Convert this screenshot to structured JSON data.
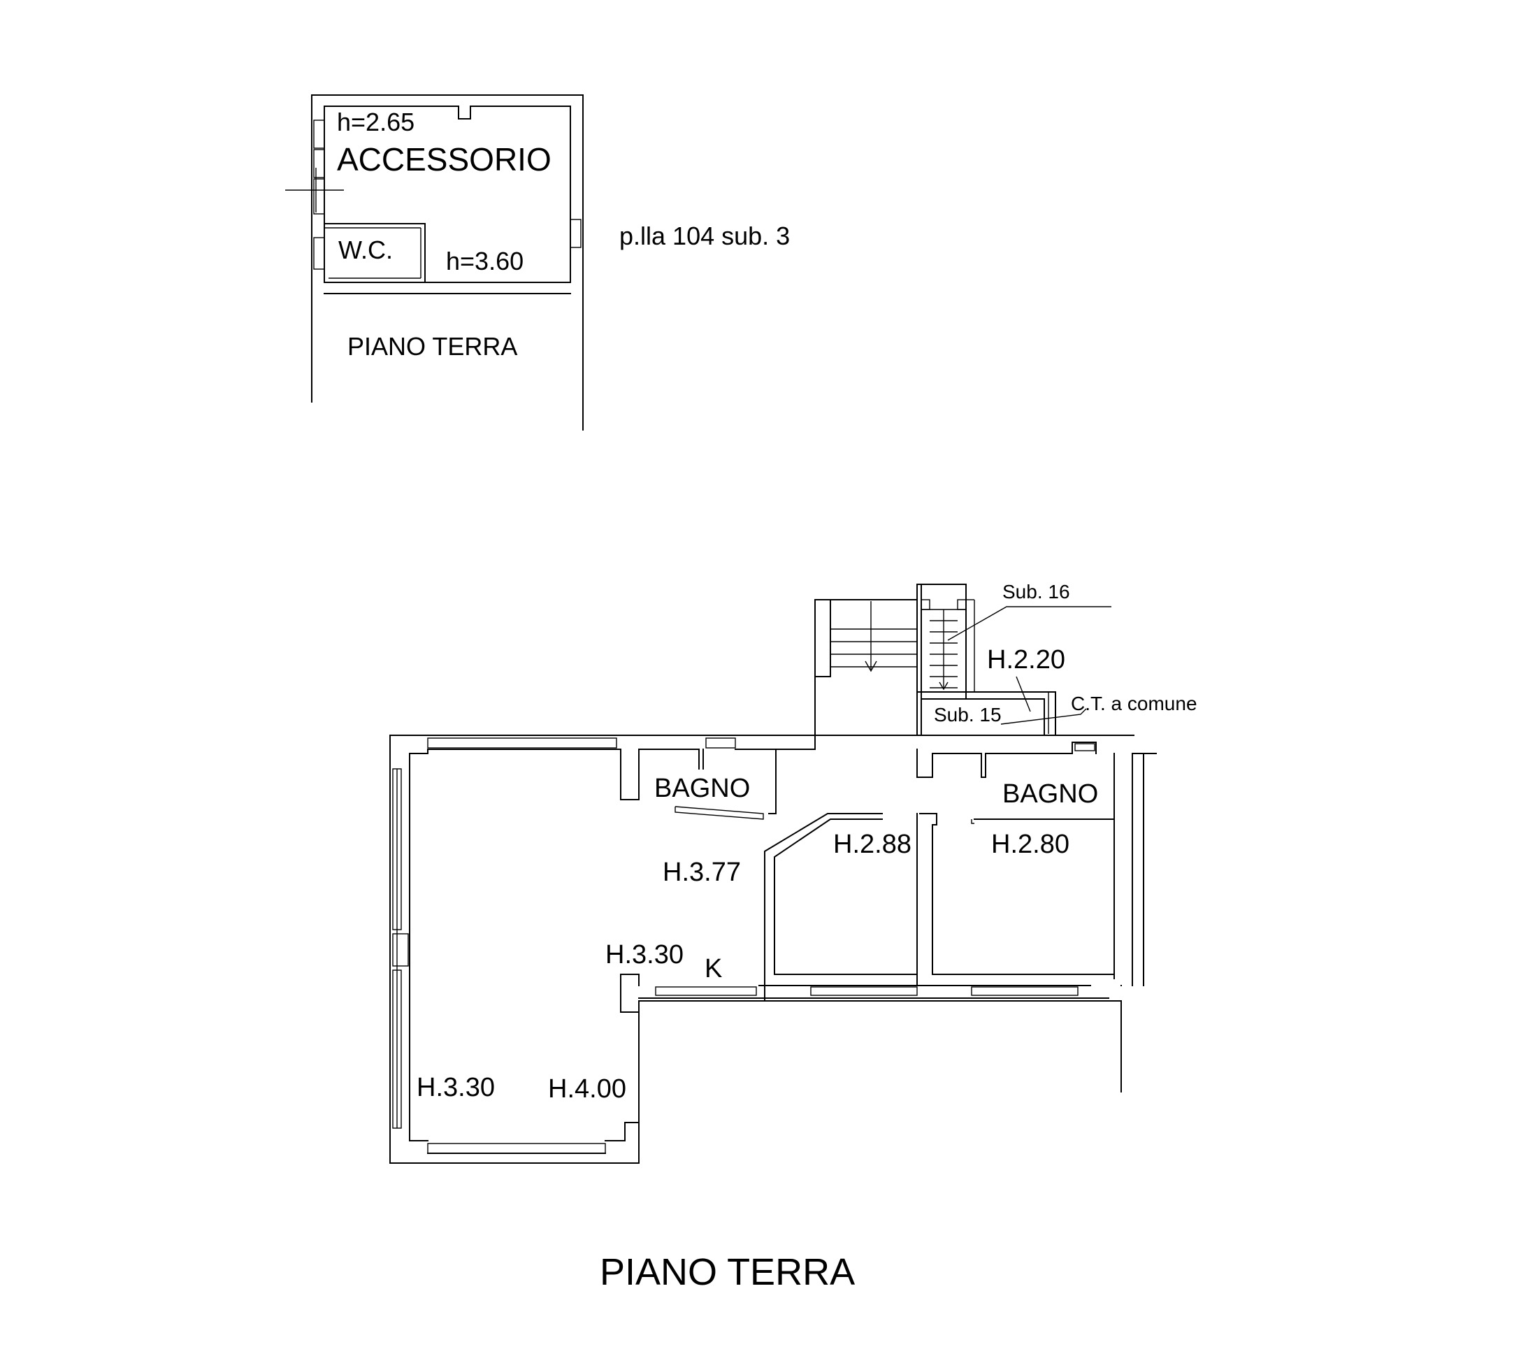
{
  "accessory_unit": {
    "height_top": "h=2.65",
    "room_name": "ACCESSORIO",
    "wc": "W.C.",
    "height_bottom": "h=3.60",
    "floor_label": "PIANO TERRA",
    "parcel": "p.lla 104 sub. 3"
  },
  "main_plan": {
    "sub16": "Sub. 16",
    "sub15": "Sub. 15",
    "ct_common": "C.T. a comune",
    "height_stair": "H.2.20",
    "bagno_left": "BAGNO",
    "bagno_right": "BAGNO",
    "height_377": "H.3.77",
    "height_288": "H.2.88",
    "height_280": "H.2.80",
    "height_330_mid": "H.3.30",
    "kitchen": "K",
    "height_330_low": "H.3.30",
    "height_400": "H.4.00"
  },
  "title": "PIANO TERRA"
}
